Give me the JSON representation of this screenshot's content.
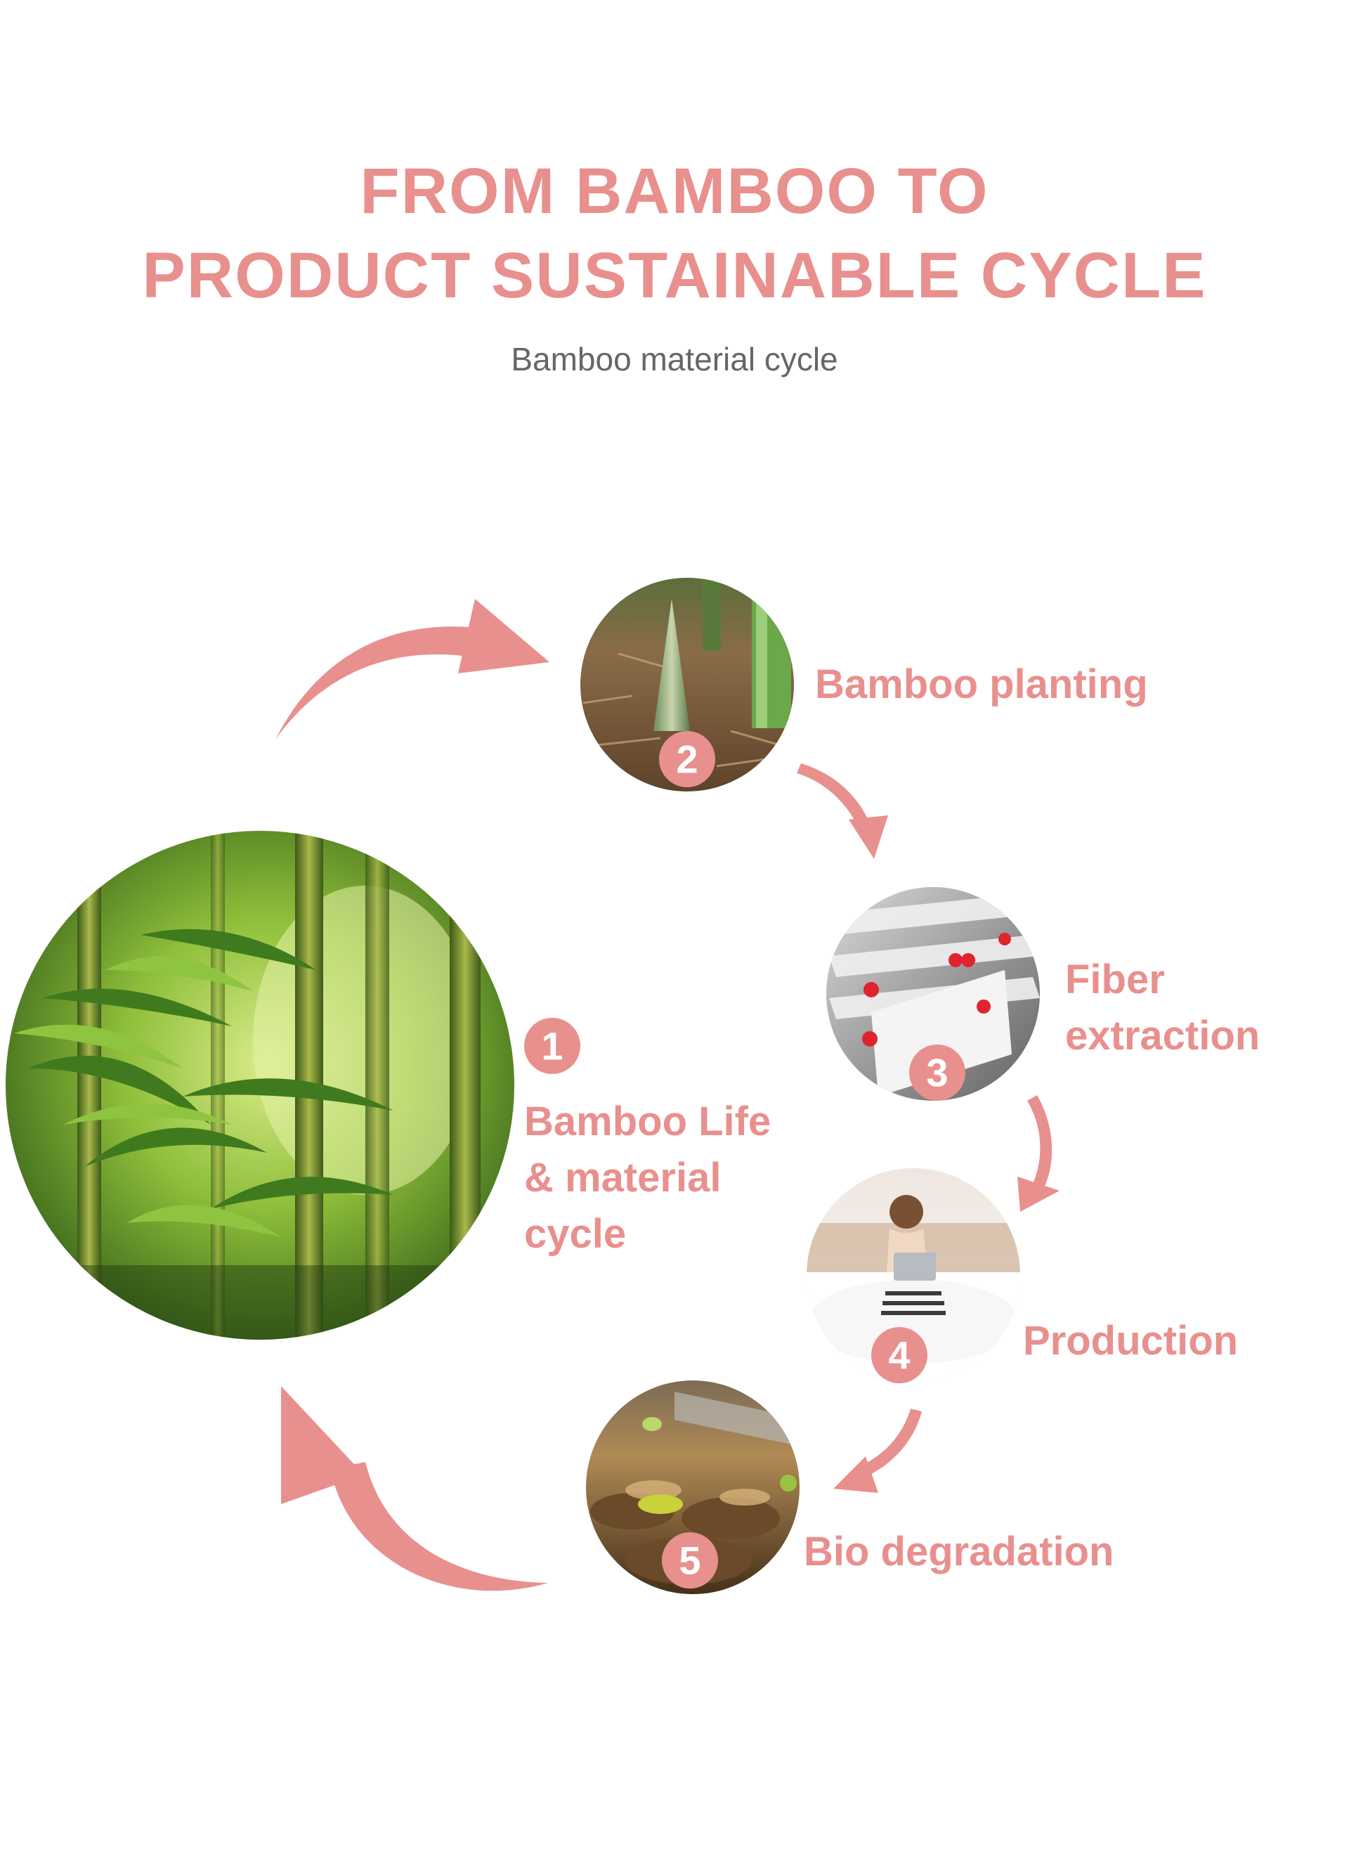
{
  "header": {
    "title_line1": "FROM BAMBOO TO",
    "title_line2": "PRODUCT SUSTAINABLE CYCLE",
    "subtitle": "Bamboo material cycle"
  },
  "steps": [
    {
      "number": "1",
      "label_lines": [
        "Bamboo Life",
        "& material",
        "cycle"
      ]
    },
    {
      "number": "2",
      "label_lines": [
        "Bamboo planting"
      ]
    },
    {
      "number": "3",
      "label_lines": [
        "Fiber",
        "extraction"
      ]
    },
    {
      "number": "4",
      "label_lines": [
        "Production"
      ]
    },
    {
      "number": "5",
      "label_lines": [
        "Bio degradation"
      ]
    }
  ],
  "colors": {
    "accent": "#e8908e",
    "subtitle": "#666666",
    "badge_text": "#ffffff"
  }
}
